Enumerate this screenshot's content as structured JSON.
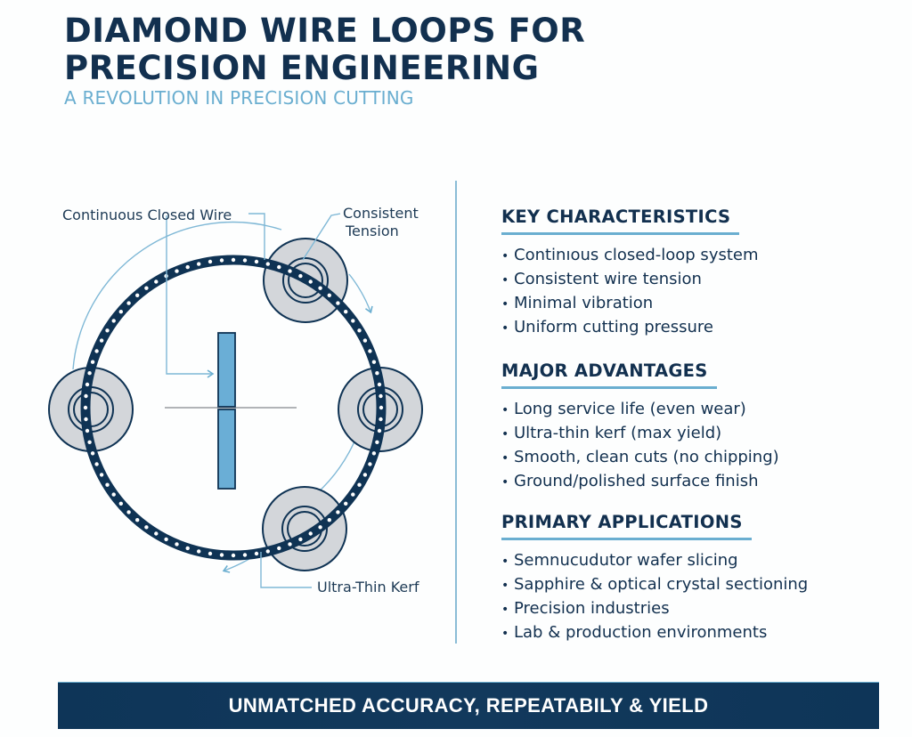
{
  "header": {
    "title_line1": "DIAMOND WIRE LOOPS FOR",
    "title_line2": "PRECISION ENGINEERING",
    "subtitle": "A REVOLUTION IN PRECISION CUTTING"
  },
  "diagram": {
    "labels": {
      "closed_wire": "Continuous Closed Wire",
      "tension_line1": "Consistent",
      "tension_line2": "Tension",
      "kerf": "Ultra-Thin Kerf"
    },
    "colors": {
      "wire": "#0f3354",
      "pulley_fill": "#d3d6da",
      "accent": "#6aaed0",
      "workpiece": "#6aaed6"
    }
  },
  "sections": [
    {
      "heading": "KEY CHARACTERISTICS",
      "items": [
        "Continıous closed-loop system",
        "Consistent wire tension",
        "Minimal vibration",
        "Uniform cutting pressure"
      ]
    },
    {
      "heading": "MAJOR ADVANTAGES",
      "items": [
        "Long service life (even wear)",
        "Ultra-thin kerf (max yield)",
        "Smooth, clean cuts (no chipping)",
        "Ground/polished surface finish"
      ]
    },
    {
      "heading": "PRIMARY APPLICATIONS",
      "items": [
        "Semnucudutor wafer slicing",
        "Sapphire & optical crystal sectioning",
        "Precision industries",
        "Lab & production environments"
      ]
    }
  ],
  "bullet": "•",
  "footer": {
    "banner": "UNMATCHED ACCURACY, REPEATABILY & YIELD"
  }
}
